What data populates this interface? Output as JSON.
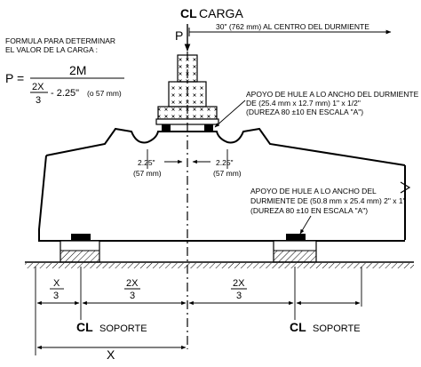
{
  "load": {
    "symbol": "CL",
    "title": "CARGA",
    "p_label": "P",
    "distance_note": "30\" (762 mm) AL CENTRO DEL DURMIENTE"
  },
  "formula": {
    "heading_line1": "FORMULA PARA DETERMINAR",
    "heading_line2": "EL VALOR DE LA CARGA :",
    "lhs": "P =",
    "numerator": "2M",
    "den_fraction_num": "2X",
    "den_fraction_den": "3",
    "den_minus": "- 2.25\"",
    "den_note": "(o 57 mm)"
  },
  "top_pad": {
    "line1": "APOYO DE HULE A LO ANCHO DEL DURMIENTE",
    "line2": "DE (25.4 mm x 12.7 mm) 1\" x 1/2\"",
    "line3": "(DUREZA 80  ±10 EN ESCALA \"A\")"
  },
  "bottom_pad": {
    "line1": "APOYO DE HULE A LO ANCHO DEL",
    "line2": "DURMIENTE DE (50.8 mm x 25.4 mm) 2\" x 1\"",
    "line3": "(DUREZA 80  ±10 EN ESCALA \"A\")"
  },
  "seat_dims": {
    "left_in": "2.25\"",
    "left_mm": "(57 mm)",
    "right_in": "2.25\"",
    "right_mm": "(57 mm)"
  },
  "bottom_dims": {
    "x3_num": "X",
    "x3_den": "3",
    "left_2x3_num": "2X",
    "left_2x3_den": "3",
    "right_2x3_num": "2X",
    "right_2x3_den": "3",
    "support_left": "SOPORTE",
    "support_right": "SOPORTE",
    "cl_left": "CL",
    "cl_right": "CL",
    "x_label": "X"
  }
}
